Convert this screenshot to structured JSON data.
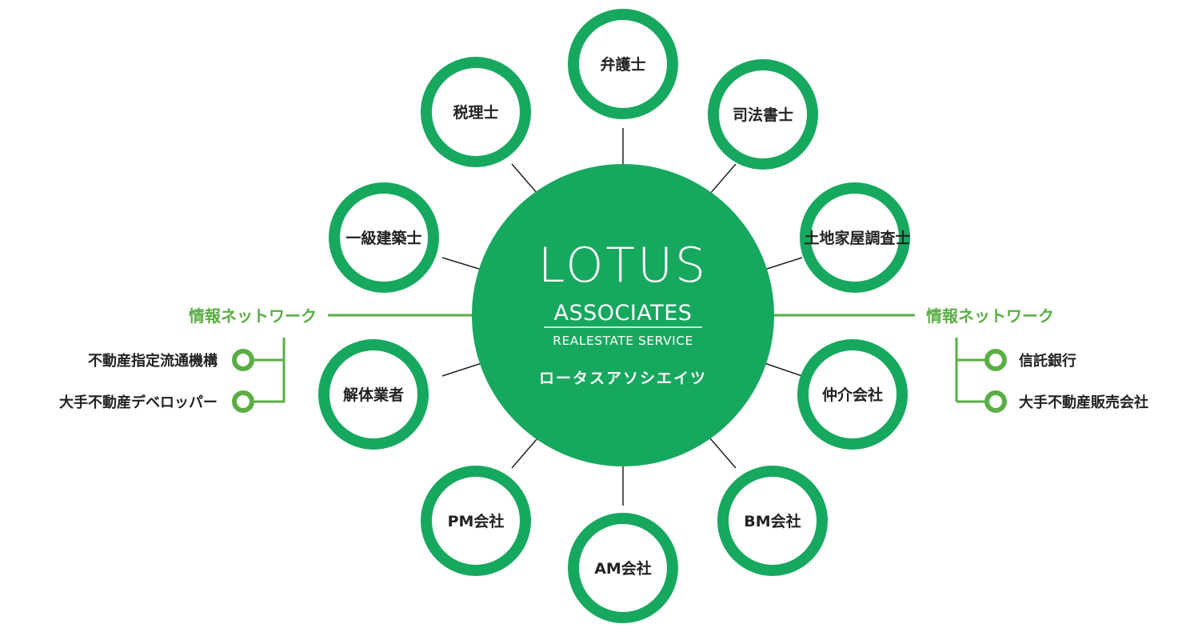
{
  "colors": {
    "ring": "#17a85f",
    "center": "#17a85f",
    "network": "#5aae44",
    "line": "#222222",
    "text": "#222222"
  },
  "center": {
    "logo_main": "LOTUS",
    "logo_sub": "ASSOCIATES",
    "logo_sub2": "REALESTATE SERVICE",
    "name_kana": "ロータスアソシエイツ"
  },
  "nodes": [
    "弁護士",
    "司法書士",
    "土地家屋調査士",
    "仲介会社",
    "BM会社",
    "AM会社",
    "PM会社",
    "解体業者",
    "一級建築士",
    "税理士"
  ],
  "network_left": {
    "title": "情報ネットワーク",
    "items": [
      "不動産指定流通機構",
      "大手不動産デベロッパー"
    ]
  },
  "network_right": {
    "title": "情報ネットワーク",
    "items": [
      "信託銀行",
      "大手不動産販売会社"
    ]
  }
}
